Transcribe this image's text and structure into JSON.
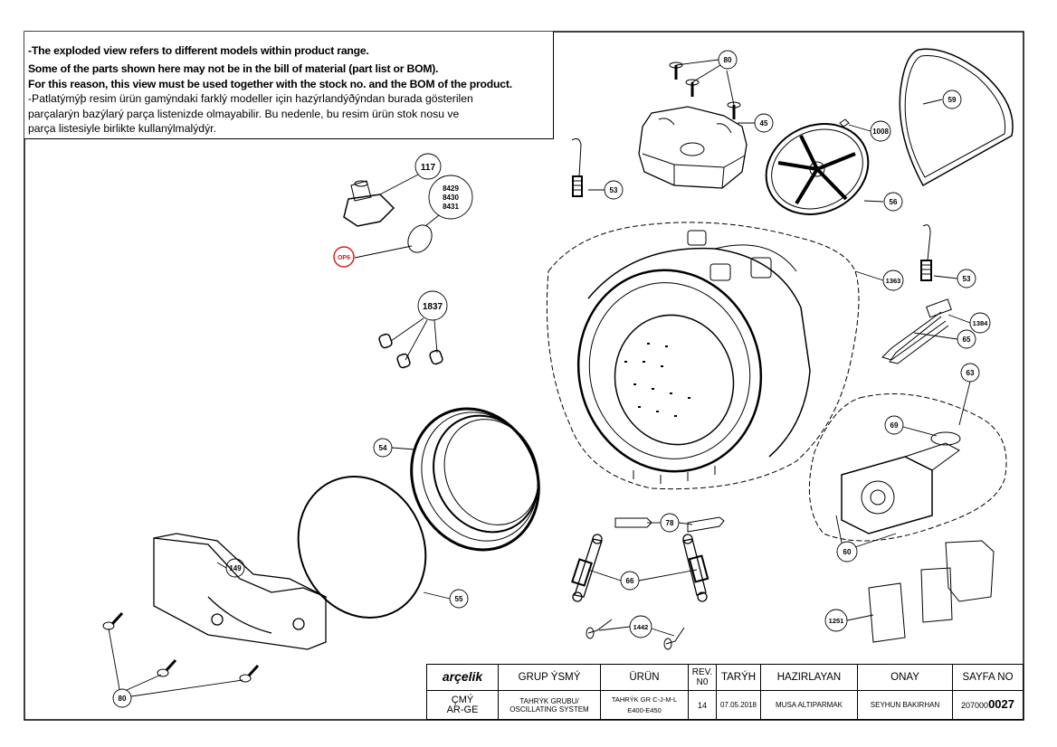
{
  "notes": [
    {
      "text": "-The exploded view refers to different models within product range.",
      "bold": true
    },
    {
      "text": " Some of the parts shown here may not be in the bill of material (part list or BOM).",
      "bold": true
    },
    {
      "text": " For this reason, this view must be used together with the stock no. and the BOM of the product.",
      "bold": true
    },
    {
      "text": "-Patlatýmýþ resim ürün gamýndaki farklý modeller için hazýrlandýðýndan burada gösterilen",
      "bold": false
    },
    {
      "text": " parçalarýn bazýlarý parça listenizde olmayabilir. Bu nedenle, bu resim ürün stok nosu ve",
      "bold": false
    },
    {
      "text": " parça listesiyle birlikte kullanýlmalýdýr.",
      "bold": false
    }
  ],
  "callouts": [
    "80",
    "45",
    "59",
    "1008",
    "117",
    "8429",
    "8430",
    "8431",
    "OP6",
    "53",
    "56",
    "1363",
    "53",
    "1384",
    "65",
    "1837",
    "63",
    "69",
    "54",
    "78",
    "60",
    "149",
    "55",
    "66",
    "1251",
    "1442",
    "80"
  ],
  "title_block": {
    "logo": "arçelik",
    "headers": {
      "group_name": "GRUP ÝSMÝ",
      "product": "ÜRÜN",
      "rev_no": "REV. N0",
      "date": "TARÝH",
      "prepared": "HAZIRLAYAN",
      "approval": "ONAY",
      "page_no": "SAYFA NO"
    },
    "dept": "ÇMÝ\nAR-GE",
    "group_value": "TAHRÝK GRUBU/\nOSCILLATING SYSTEM",
    "product_value": "TAHRÝK GR C-J-M-L\nE400-E450",
    "rev_value": "14",
    "date_value": "07.05.2018",
    "prepared_value": "MUSA ALTIPARMAK",
    "approval_value": "SEYHUN BAKIRHAN",
    "page_prefix": "207000",
    "page_suffix": "0027"
  },
  "colors": {
    "highlight": "#d22020",
    "line": "#000000"
  }
}
